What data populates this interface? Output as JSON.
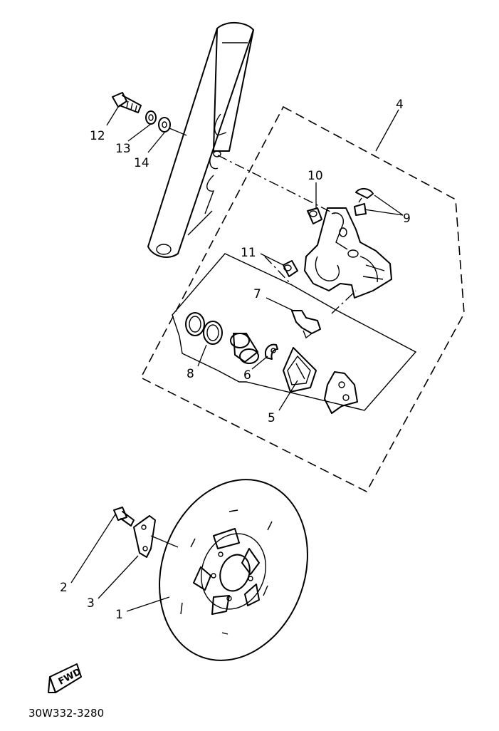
{
  "diagram": {
    "callouts": [
      "1",
      "2",
      "3",
      "4",
      "5",
      "6",
      "7",
      "8",
      "9",
      "10",
      "11",
      "12",
      "13",
      "14"
    ],
    "fwd_label": "FWD",
    "diagram_code": "30W332-3280"
  }
}
